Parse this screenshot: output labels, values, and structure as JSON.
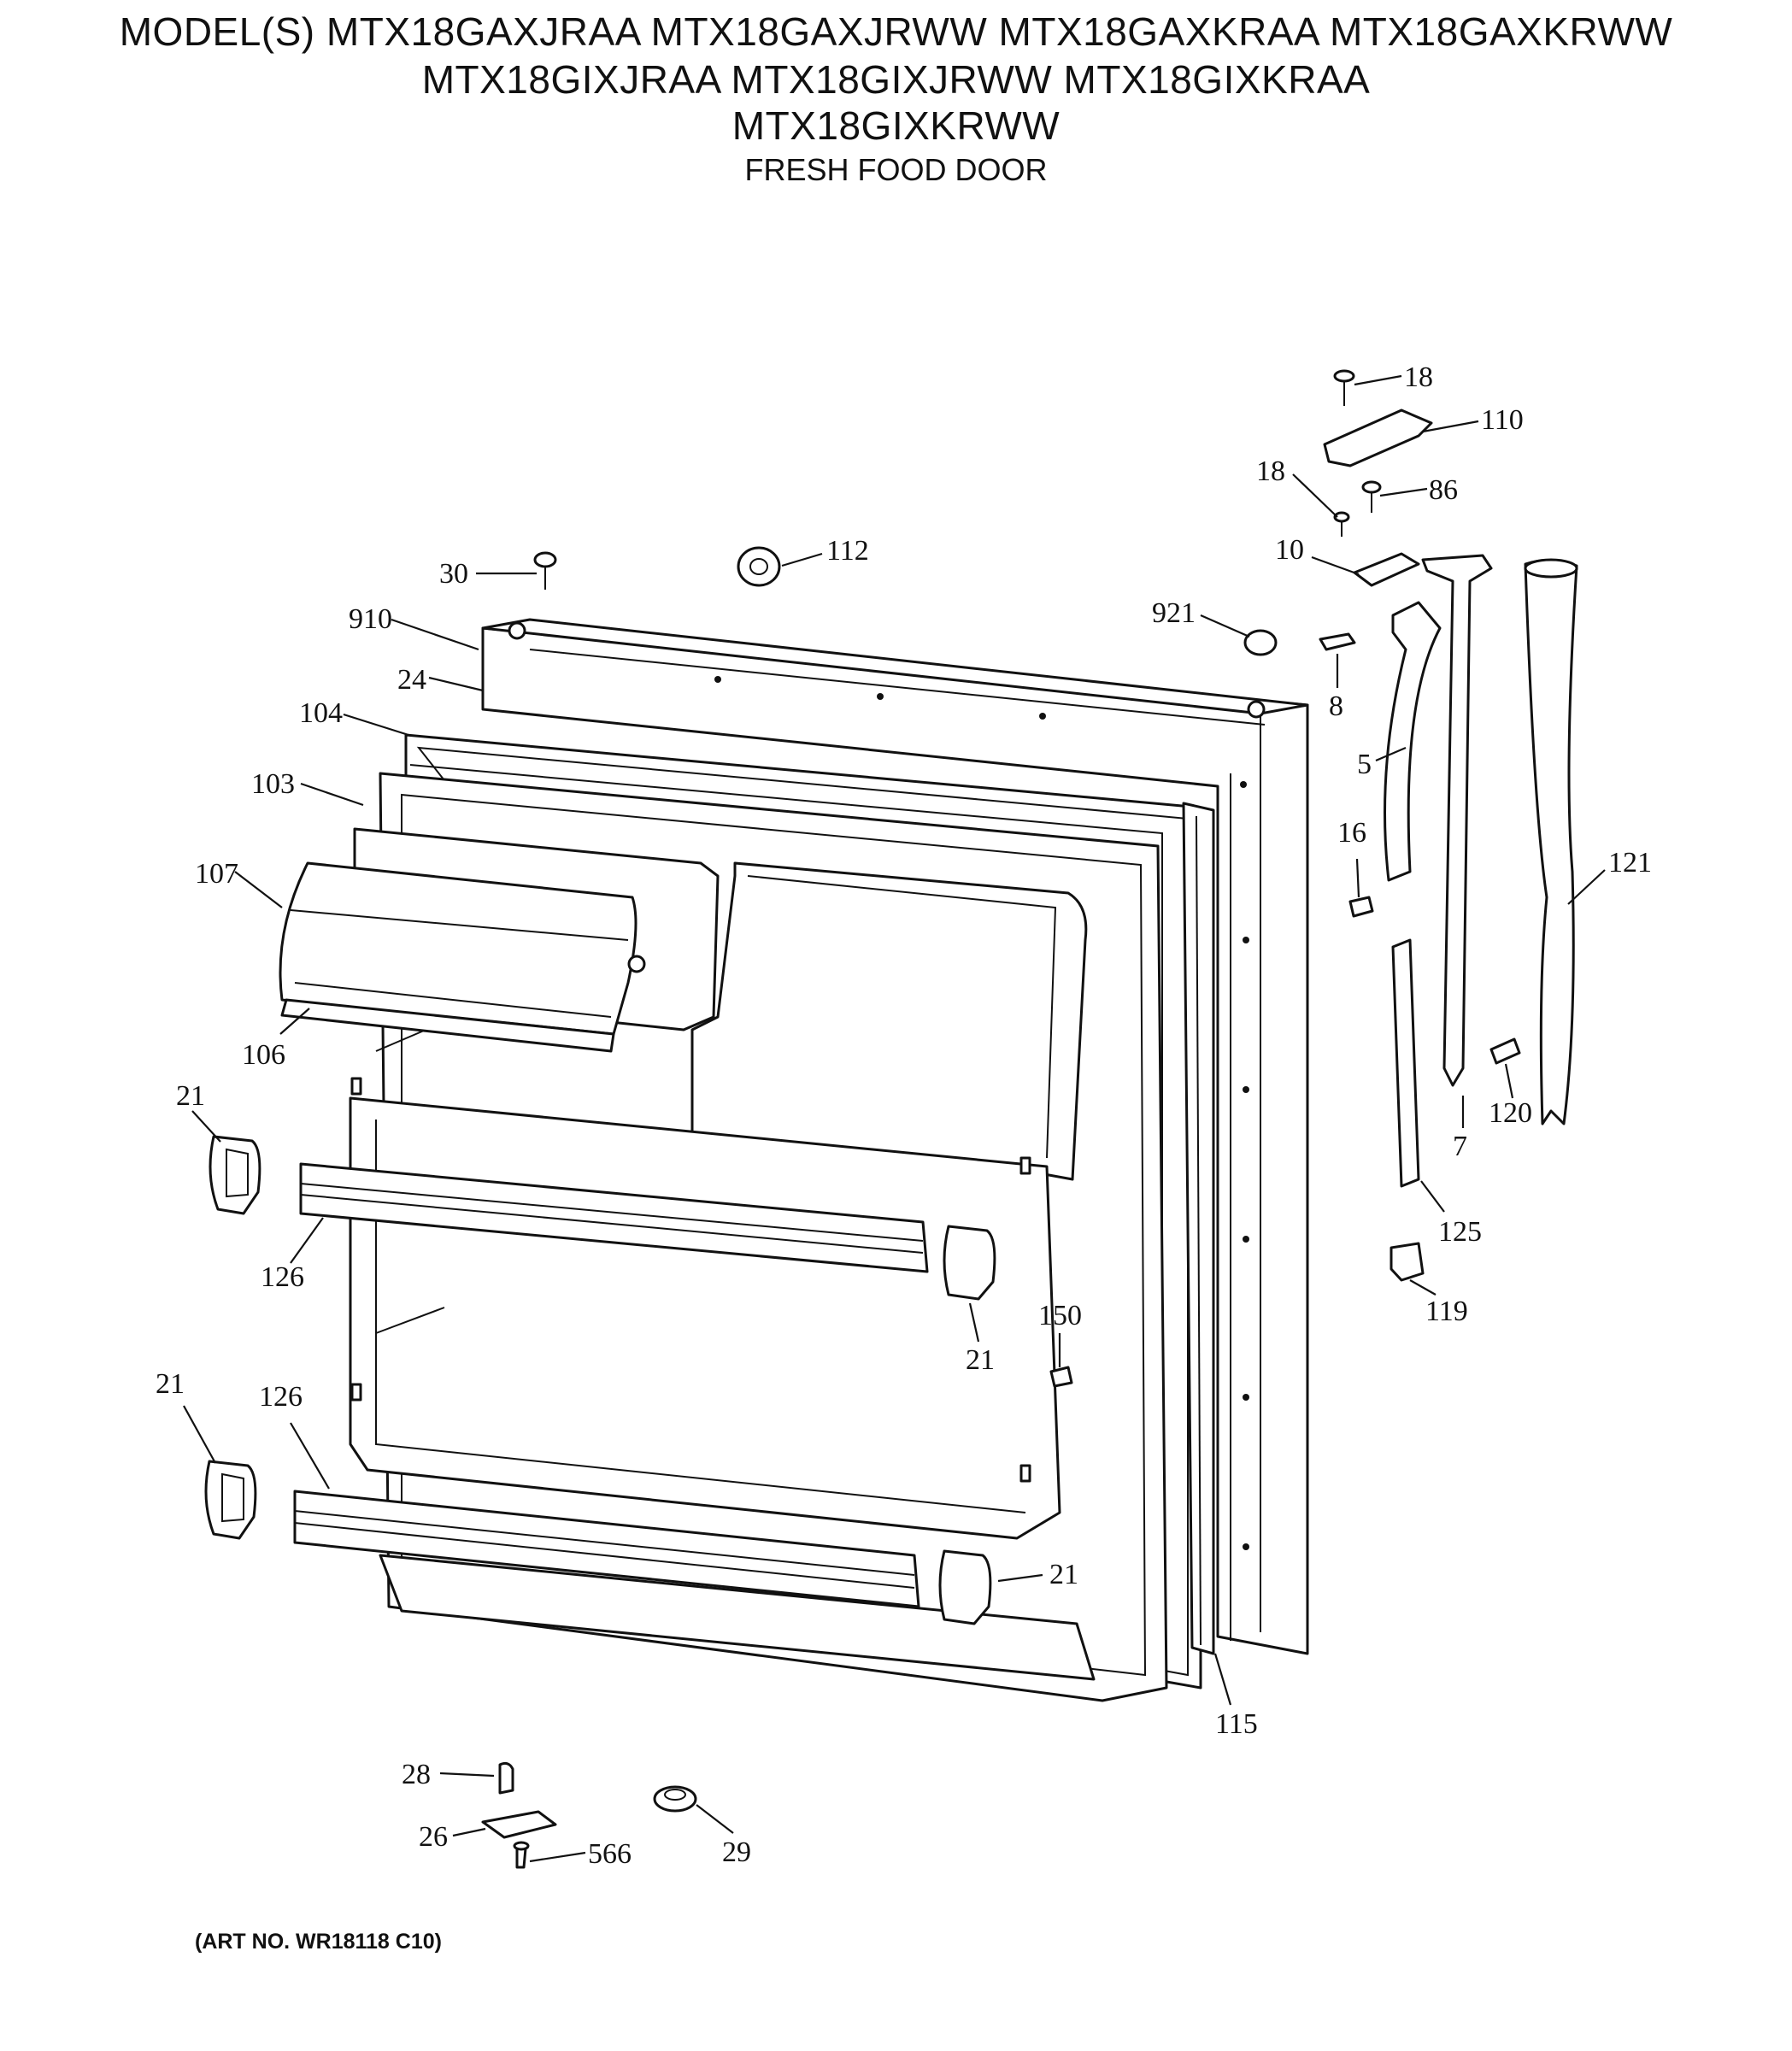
{
  "header": {
    "models_line1": "MODEL(S) MTX18GAXJRAA  MTX18GAXJRWW  MTX18GAXKRAA  MTX18GAXKRWW",
    "models_line2": "MTX18GIXJRAA  MTX18GIXJRWW  MTX18GIXKRAA",
    "models_line3": "MTX18GIXKRWW",
    "section": "FRESH FOOD DOOR"
  },
  "callouts": {
    "c18a": "18",
    "c110": "110",
    "c18b": "18",
    "c86": "86",
    "c10": "10",
    "c921": "921",
    "c8": "8",
    "c5": "5",
    "c16": "16",
    "c121": "121",
    "c7": "7",
    "c120": "120",
    "c125": "125",
    "c119": "119",
    "c30": "30",
    "c112": "112",
    "c910": "910",
    "c24": "24",
    "c104": "104",
    "c103": "103",
    "c107": "107",
    "c106": "106",
    "c21a": "21",
    "c126a": "126",
    "c21b": "21",
    "c150": "150",
    "c21c": "21",
    "c126b": "126",
    "c21d": "21",
    "c115": "115",
    "c28": "28",
    "c26": "26",
    "c566": "566",
    "c29": "29"
  },
  "footer": {
    "art_no": "(ART NO. WR18118 C10)"
  }
}
